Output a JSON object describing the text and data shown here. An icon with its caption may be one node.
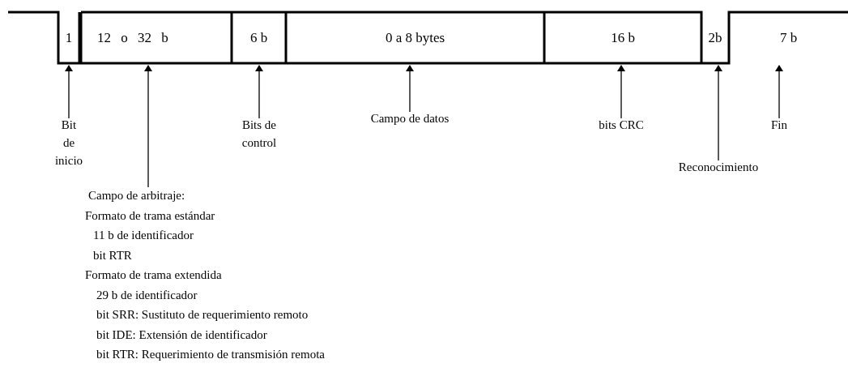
{
  "diagram": {
    "nodes": [
      {
        "text": [
          "1"
        ]
      },
      {
        "text": [
          "12 o 32 b"
        ]
      },
      {
        "text": [
          "6 b"
        ]
      },
      {
        "text": [
          "0 a 8 bytes"
        ]
      },
      {
        "text": [
          "16 b"
        ]
      },
      {
        "text": [
          "2b"
        ]
      },
      {
        "text": [
          "7 b"
        ]
      },
      {
        "text": [
          "Bit de inicio"
        ]
      },
      {
        "text": [
          "Campo de arbitraje:",
          "Formato de trama estándar",
          "11 b de identificador",
          "bit RTR",
          "Formato de trama extendida",
          "29 b de identificador",
          "bit SRR: Sustituto de requerimiento remoto",
          "bit IDE: Extensión de identificador",
          "bit RTR: Requerimiento de transmisión remota"
        ]
      },
      {
        "text": [
          "Bits de control"
        ]
      },
      {
        "text": [
          "Campo de datos"
        ]
      },
      {
        "text": [
          "bits CRC"
        ]
      },
      {
        "text": [
          "Reconocimiento"
        ]
      },
      {
        "text": [
          "Fin"
        ]
      }
    ],
    "edges": [
      {
        "from": 7,
        "to": 0,
        "arrow": "to"
      },
      {
        "from": 8,
        "to": 1,
        "arrow": "to"
      },
      {
        "from": 9,
        "to": 2,
        "arrow": "to"
      },
      {
        "from": 10,
        "to": 3,
        "arrow": "to"
      },
      {
        "from": 11,
        "to": 4,
        "arrow": "to"
      },
      {
        "from": 12,
        "to": 5,
        "arrow": "to"
      },
      {
        "from": 13,
        "to": 6,
        "arrow": "to"
      }
    ]
  }
}
